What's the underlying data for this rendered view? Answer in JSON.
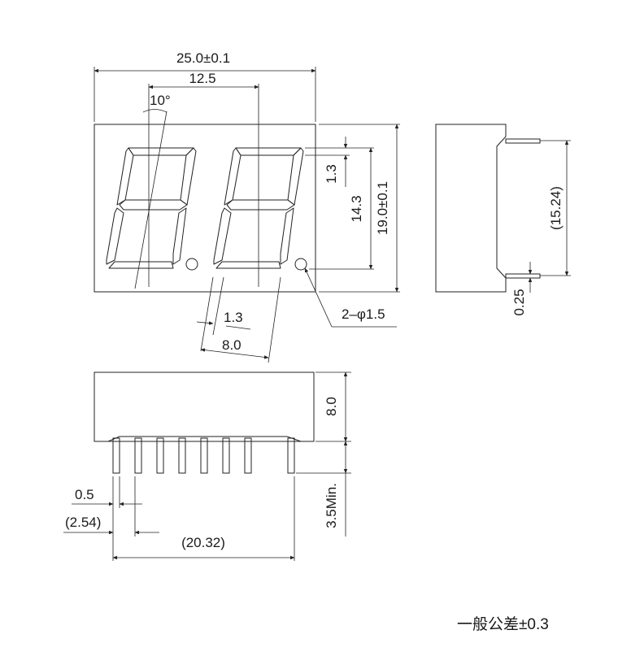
{
  "front_view": {
    "width": "25.0±0.1",
    "digit_pitch": "12.5",
    "slant_angle": "10°",
    "segment_width": "1.3",
    "digit_height": "14.3",
    "body_height": "19.0±0.1",
    "dp_dots": "2–φ1.5",
    "segment_gap": "1.3",
    "digit_width": "8.0"
  },
  "side_view": {
    "pin_row_span": "(15.24)",
    "pin_thickness": "0.25"
  },
  "bottom_view": {
    "depth": "8.0",
    "pin_length": "3.5Min.",
    "pin_width": "0.5",
    "pin_pitch": "(2.54)",
    "pin_span": "(20.32)",
    "pin_count": 8
  },
  "tolerance_note": "一般公差±0.3"
}
